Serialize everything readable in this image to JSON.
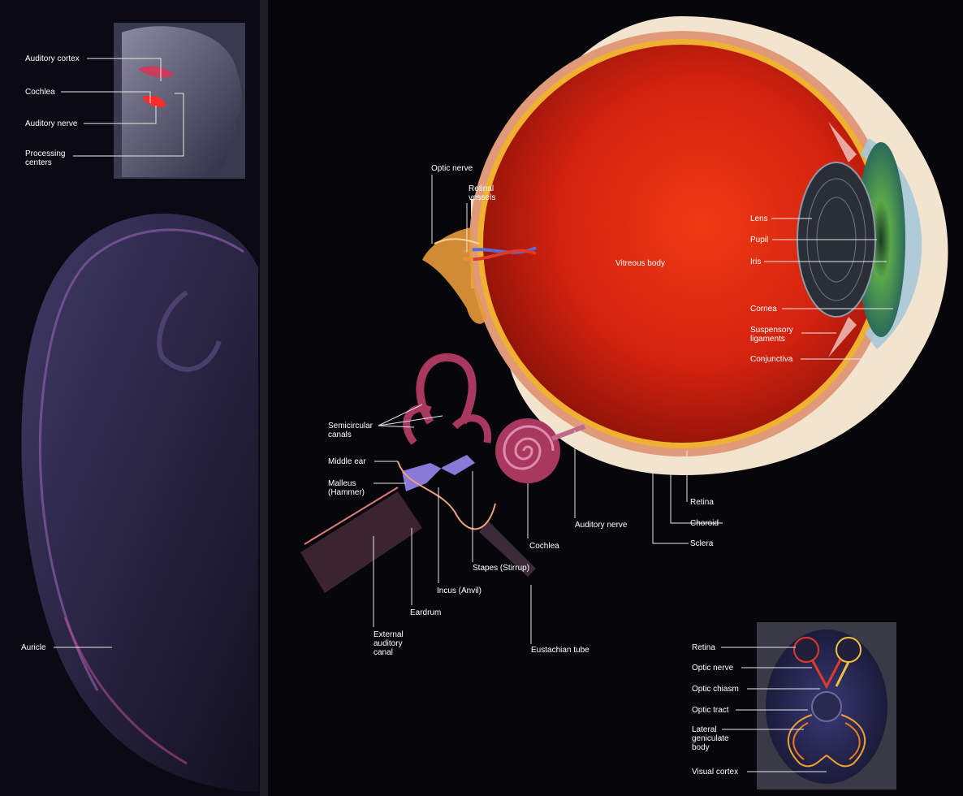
{
  "colors": {
    "background": "#07070b",
    "leader_line": "#e8e8e8",
    "label_text": "#ffffff",
    "vitreous": "#d3220f",
    "sclera": "#f2e4cf",
    "iris": "#3f8f5a",
    "cochlea": "#a8385e",
    "ossicles": "#8a7ad8",
    "nerve": "#e89a3a"
  },
  "head_inset": {
    "labels": [
      "Auditory cortex",
      "Cochlea",
      "Auditory nerve",
      "Processing\ncenters"
    ]
  },
  "auricle": {
    "label": "Auricle"
  },
  "ear": {
    "semicircular_canals": "Semicircular\ncanals",
    "middle_ear": "Middle ear",
    "malleus": "Malleus\n(Hammer)",
    "external_auditory_canal": "External\nauditory\ncanal",
    "eardrum": "Eardrum",
    "incus": "Incus (Anvil)",
    "stapes": "Stapes (Stirrup)",
    "cochlea": "Cochlea",
    "auditory_nerve": "Auditory nerve",
    "eustachian_tube": "Eustachian tube"
  },
  "eye": {
    "optic_nerve": "Optic nerve",
    "retinal_vessels": "Retinal\nvessels",
    "vitreous_body": "Vitreous body",
    "lens": "Lens",
    "pupil": "Pupil",
    "iris": "Iris",
    "cornea": "Cornea",
    "suspensory_ligaments": "Suspensory\nligaments",
    "conjunctiva": "Conjunctiva",
    "retina": "Retina",
    "choroid": "Choroid",
    "sclera": "Sclera"
  },
  "visual_pathway": {
    "labels": [
      "Retina",
      "Optic nerve",
      "Optic chiasm",
      "Optic tract",
      "Lateral\ngeniculate\nbody",
      "Visual cortex"
    ]
  }
}
